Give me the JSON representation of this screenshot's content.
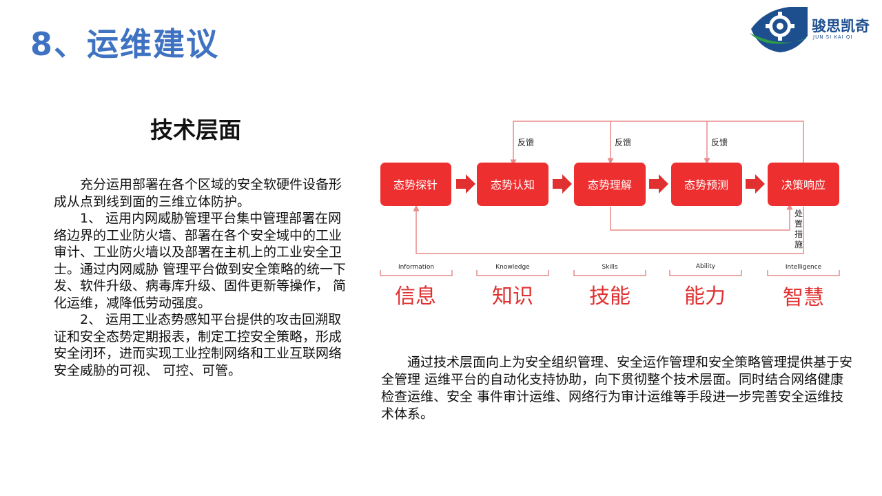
{
  "slide": {
    "title": "8、运维建议"
  },
  "logo": {
    "name": "骏思凯奇",
    "subtitle": "JUN SI KAI QI"
  },
  "section": {
    "heading": "技术层面"
  },
  "left_paragraphs": [
    "充分运用部署在各个区域的安全软硬件设备形成从点到线到面的三维立体防护。",
    "1、 运用内网威胁管理平台集中管理部署在网络边界的工业防火墙、部署在各个安全域中的工业审计、工业防火墙以及部署在主机上的工业安全卫士。通过内网威胁 管理平台做到安全策略的统一下发、软件升级、病毒库升级、固件更新等操作， 简化运维，减降低劳动强度。",
    "2、 运用工业态势感知平台提供的攻击回溯取证和安全态势定期报表，制定工控安全策略，形成安全闭环，进而实现工业控制网络和工业互联网络安全威胁的可视、 可控、可管。"
  ],
  "right_paragraph": "通过技术层面向上为安全组织管理、安全运作管理和安全策略管理提供基于安全管理 运维平台的自动化支持协助，向下贯彻整个技术层面。同时结合网络健康检查运维、安全 事件审计运维、网络行为审计运维等手段进一步完善安全运维技术体系。",
  "diagram": {
    "boxes": [
      "态势探针",
      "态势认知",
      "态势理解",
      "态势预测",
      "决策响应"
    ],
    "feedback_label": "反馈",
    "action_label": [
      "处",
      "置",
      "措",
      "施"
    ],
    "levels": [
      {
        "en": "Information",
        "zh": "信息"
      },
      {
        "en": "Knowledge",
        "zh": "知识"
      },
      {
        "en": "Skills",
        "zh": "技能"
      },
      {
        "en": "Ability",
        "zh": "能力"
      },
      {
        "en": "Intelligence",
        "zh": "智慧"
      }
    ],
    "colors": {
      "box": "#ee2f2f",
      "line": "#e88a8a",
      "arrow": "#e03030",
      "level_text": "#e03030"
    }
  }
}
